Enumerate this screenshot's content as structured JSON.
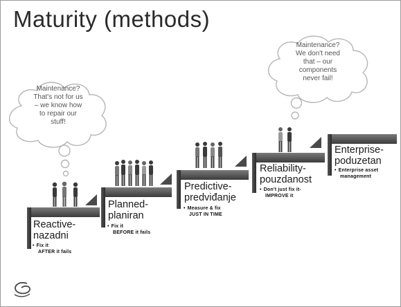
{
  "slide": {
    "title": "Maturity (methods)"
  },
  "thought_bubbles": [
    {
      "lines": [
        "Maintenance?",
        "That's not for us",
        "– we know how",
        "to repair our",
        "stuff!"
      ]
    },
    {
      "lines": [
        "Maintenance?",
        "We don't need",
        "that – our",
        "components",
        "never fail!"
      ]
    }
  ],
  "steps": [
    {
      "title": [
        "Reactive-",
        "nazadni"
      ],
      "bullet": [
        "Fix it",
        "AFTER it fails"
      ]
    },
    {
      "title": [
        "Planned-",
        "planiran"
      ],
      "bullet": [
        "Fix it",
        "BEFORE it fails"
      ]
    },
    {
      "title": [
        "Predictive-",
        "predviđanje"
      ],
      "bullet": [
        "Measure & fix",
        "JUST IN TIME"
      ]
    },
    {
      "title": [
        "Reliability-",
        "pouzdanost"
      ],
      "bullet": [
        "Don't just fix it-",
        "IMPROVE it"
      ]
    },
    {
      "title": [
        "Enterprise-",
        "poduzetan"
      ],
      "bullet": [
        "Enterprise asset",
        "management"
      ]
    }
  ],
  "icons": {
    "logo": "swirl-logo-icon",
    "people": "people-group-icon",
    "cloud": "thought-cloud-icon"
  },
  "colors": {
    "stair_dark": "#3c3c3c",
    "stair_light": "#7a7a7a",
    "bubble_outline": "#b5b5b5"
  }
}
